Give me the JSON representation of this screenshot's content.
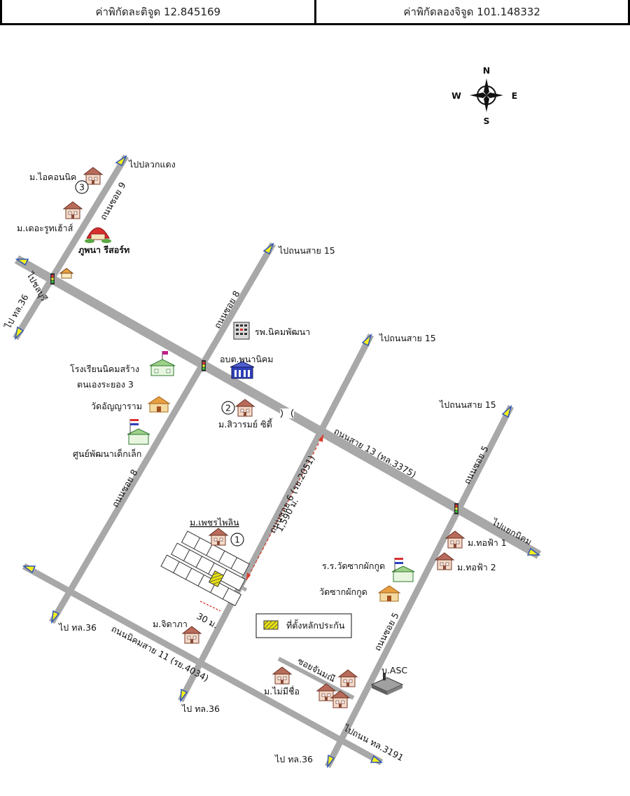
{
  "header": {
    "latitude_label": "ค่าพิกัดละติจูด 12.845169",
    "longitude_label": "ค่าพิกัดลองจิจูด 101.148332"
  },
  "compass": {
    "n": "N",
    "s": "S",
    "e": "E",
    "w": "W"
  },
  "roads": {
    "soi9": "ถนนซอย 9",
    "soi8_upper": "ถนนซอย 8",
    "soi8_lower": "ถนนซอย 8",
    "soi6": "ถนนซอย 6 (รย.2051)",
    "soi5_upper": "ถนนซอย 5",
    "soi5_lower": "ถนนซอย 5",
    "road13": "ถนนสาย 13 (ทล.3375)",
    "road11": "ถนนนิคมสาย 11 (รย.4034)",
    "soi_janmanee": "ซอยจันมณี"
  },
  "directions": {
    "to_pluak_daeng": "ไปปลวกแดง",
    "to_chonburi": "ไปชลบุรี",
    "to_hwy36_a": "ไป ทล.36",
    "to_road15_a": "ไปถนนสาย 15",
    "to_road15_b": "ไปถนนสาย 15",
    "to_road15_c": "ไปถนนสาย 15",
    "to_yaek_nikhom": "ไปแยกนิคม",
    "to_hwy36_b": "ไป ทล.36",
    "to_hwy36_c": "ไป ทล.36",
    "to_hwy36_d": "ไป ทล.36",
    "to_hwy3191": "ไปถนน ทล.3191"
  },
  "places": {
    "icon_nik": "ม.ไอคอนนิค",
    "the_route_house": "ม.เดอะรูทเฮ้าส์",
    "phuphana": "ภูพนา รีสอร์ท",
    "hospital": "รพ.นิคมพัฒนา",
    "obt": "อบต.พนานิคม",
    "school_line1": "โรงเรียนนิคมสร้าง",
    "school_line2": "ตนเองระยอง 3",
    "wat_anyaram": "วัดอัญญาราม",
    "child_center": "ศูนย์พัฒนาเด็กเล็ก",
    "siwarom": "ม.สิวารมย์ ซิตี้",
    "phetphailin": "ม.เพชรไพลิน",
    "thofa1": "ม.ทอฟ้า 1",
    "thofa2": "ม.ทอฟ้า 2",
    "school_sak": "ร.ร.วัดซากผักกูด",
    "wat_sak": "วัดซากผักกูด",
    "jidapha": "ม.จิดาภา",
    "asc": "บ.ASC",
    "mai_mee_chue": "ม.ไม่มีชื่อ"
  },
  "markers": {
    "m1": "1",
    "m2": "2",
    "m3": "3"
  },
  "distances": {
    "long": "1,590 ม.",
    "short": "30 ม."
  },
  "legend": {
    "label": "ที่ตั้งหลักประกัน",
    "swatch_color": "#e8e010"
  },
  "colors": {
    "road": "#a8a8a8",
    "arrow_fill": "#f5ee1a",
    "arrow_stroke": "#2d54b8",
    "dist_line": "#d83a2a"
  }
}
